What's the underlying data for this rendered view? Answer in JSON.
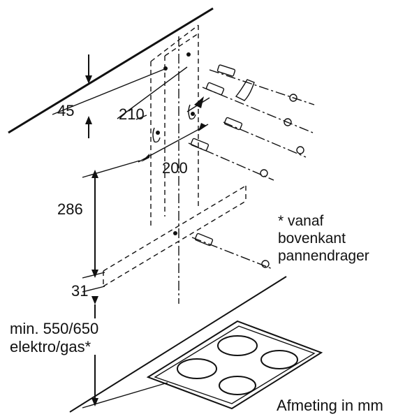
{
  "dimensions": {
    "d45": "45",
    "d210": "210",
    "d200": "200",
    "d286": "286",
    "d31": "31",
    "min_height_line1": "min. 550/650",
    "min_height_line2": "elektro/gas*"
  },
  "footnote": {
    "line1": "* vanaf",
    "line2": "bovenkant",
    "line3": "pannendrager"
  },
  "unit_note": "Afmeting in mm"
}
